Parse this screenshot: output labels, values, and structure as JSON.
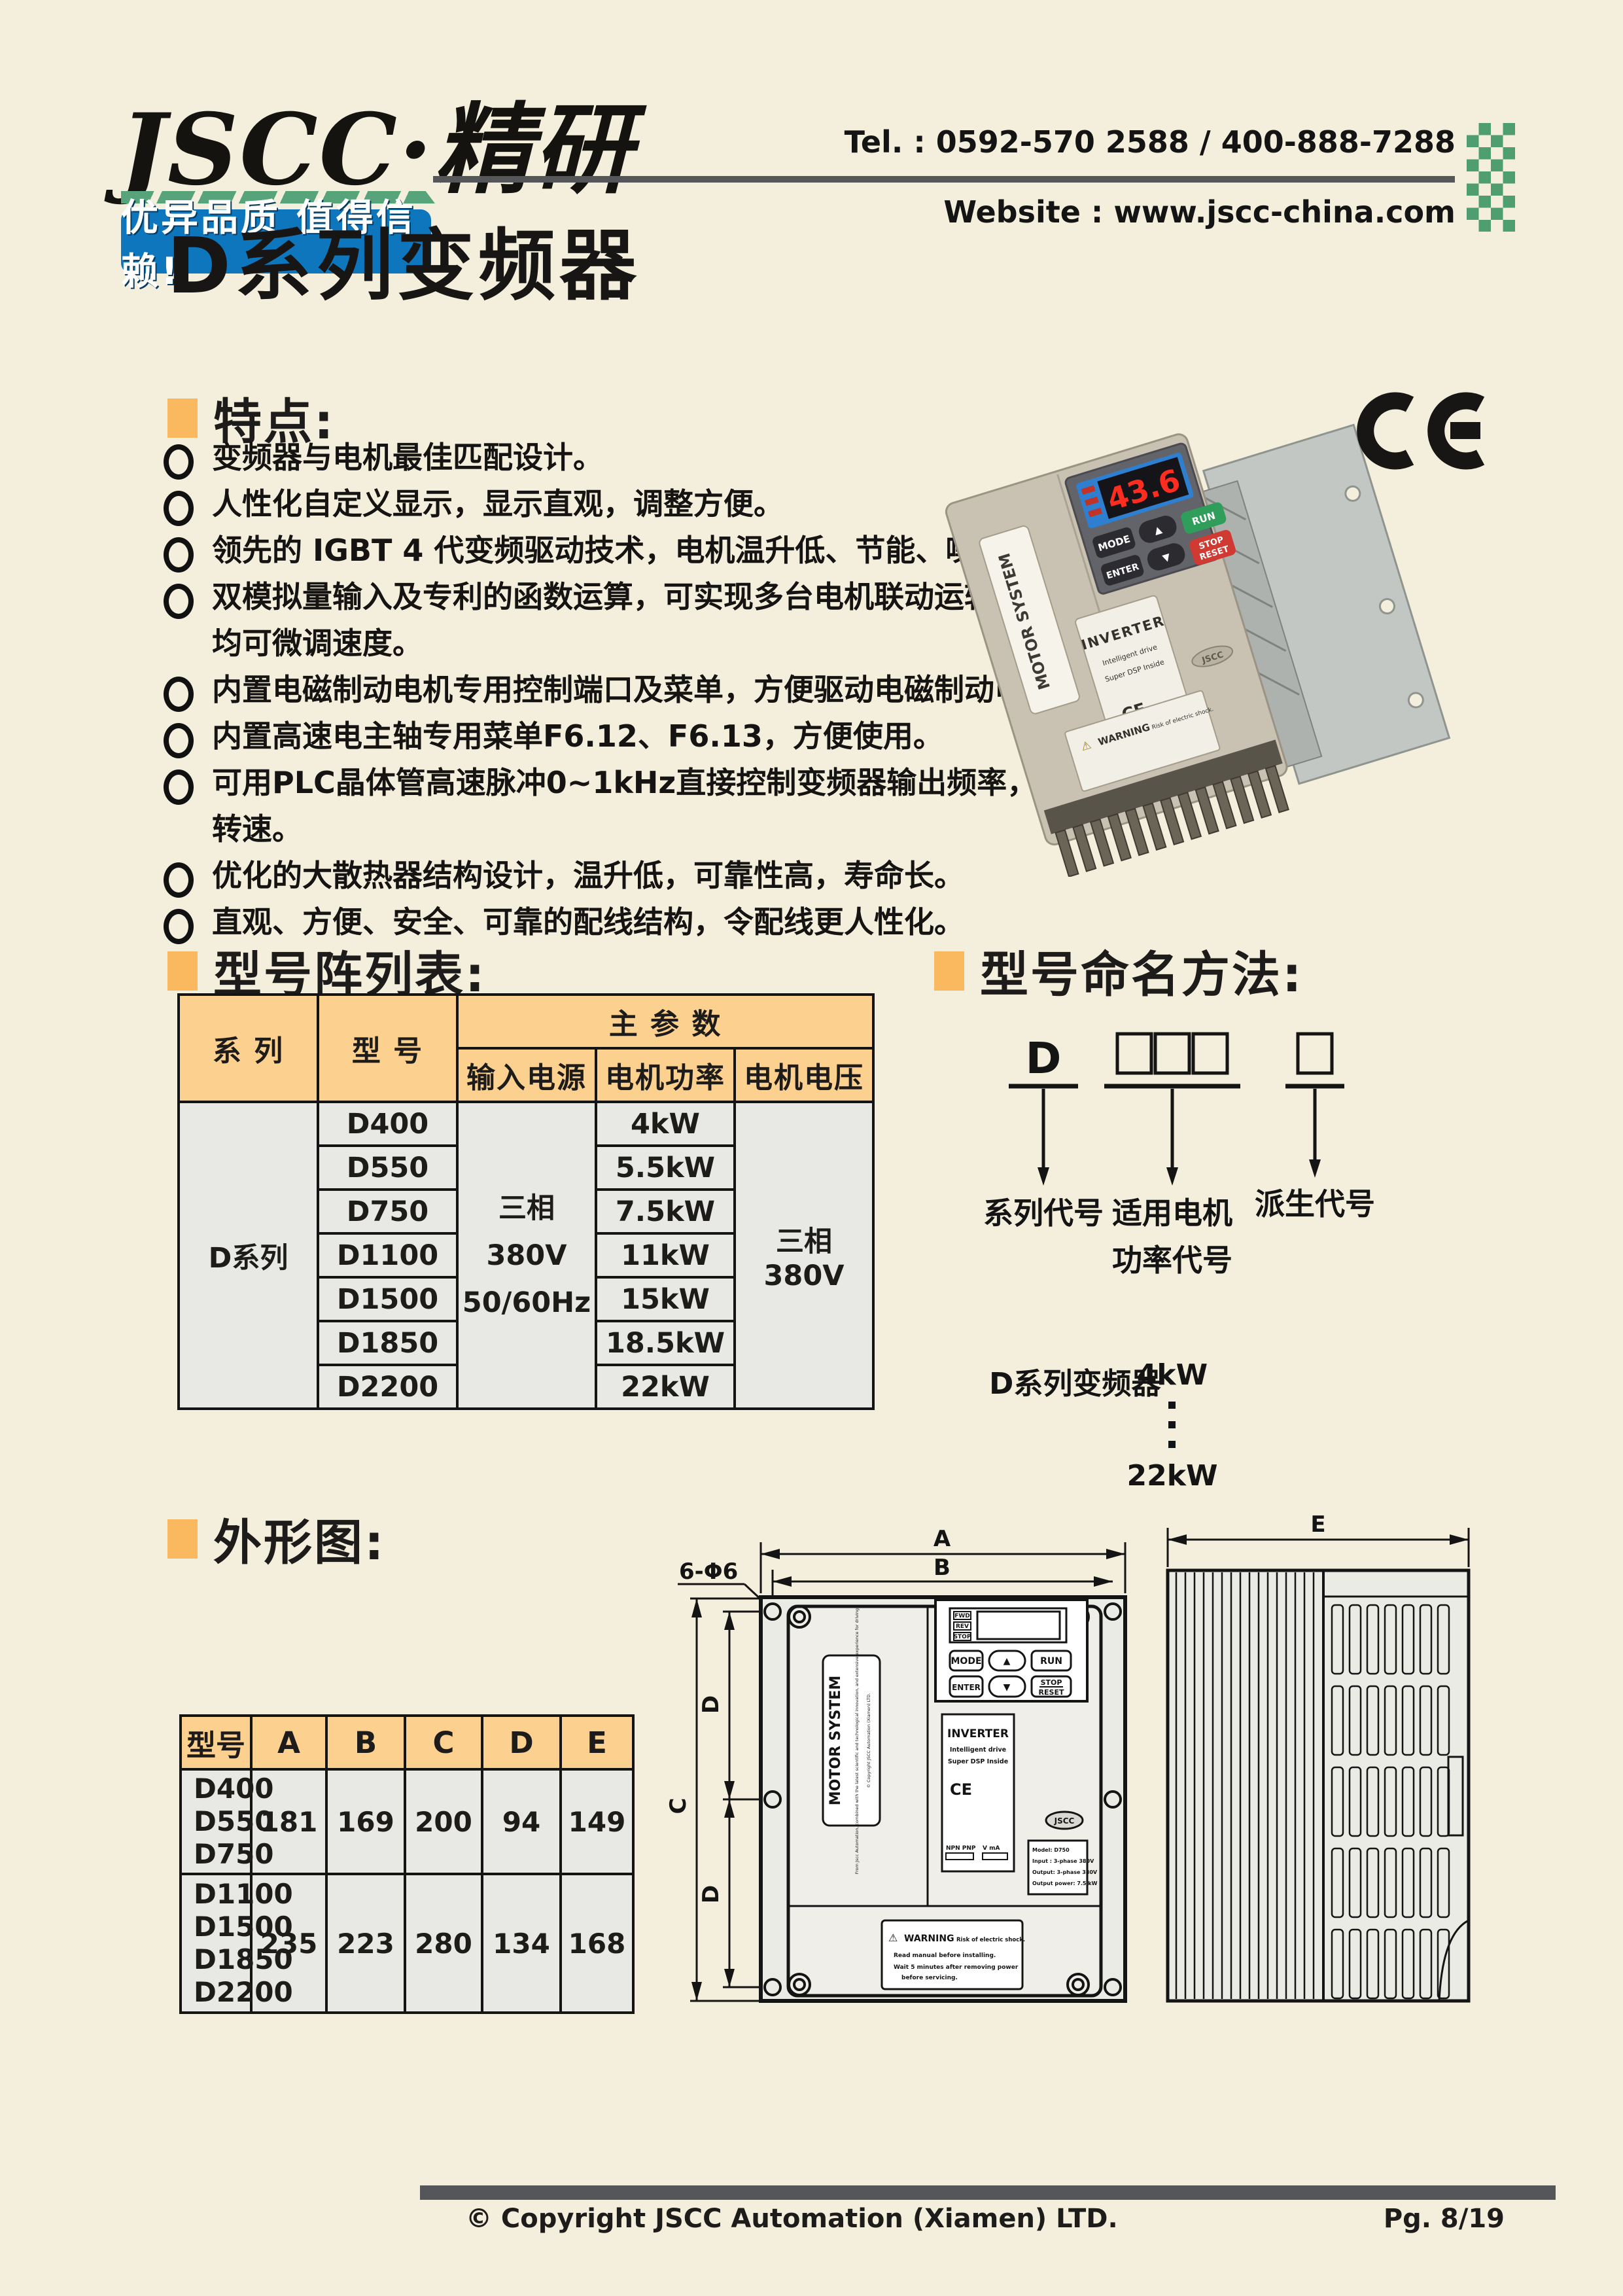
{
  "header": {
    "logo": "JSCC·精研",
    "slogan": "优异品质 值得信赖!",
    "tel": "Tel. : 0592-570 2588 / 400-888-7288",
    "website": "Website : www.jscc-china.com"
  },
  "page_title": "D系列变频器",
  "features": {
    "heading": "特点:",
    "items": [
      "变频器与电机最佳匹配设计。",
      "人性化自定义显示，显示直观，调整方便。",
      "领先的 IGBT 4 代变频驱动技术，电机温升低、节能、噪声小。",
      "双模拟量输入及专利的函数运算，可实现多台电机联动运转，每台电机均可微调速度。",
      "内置电磁制动电机专用控制端口及菜单，方便驱动电磁制动电机。",
      "内置高速电主轴专用菜单F6.12、F6.13，方便使用。",
      "可用PLC晶体管高速脉冲0~1kHz直接控制变频器输出频率，调整电机转速。",
      "优化的大散热器结构设计，温升低，可靠性高，寿命长。",
      "直观、方便、安全、可靠的配线结构，令配线更人性化。"
    ]
  },
  "photo": {
    "display_value": "43.6",
    "motor_system": "MOTOR SYSTEM",
    "inverter": "INVERTER",
    "intelligent_drive": "Intelligent drive",
    "super_dsp": "Super DSP Inside",
    "ce_small": "CE",
    "warning_title": "WARNING",
    "warning_text": "Risk of electric shock.",
    "brand": "JSCC",
    "btn_mode": "MODE",
    "btn_enter": "ENTER",
    "btn_up": "▲",
    "btn_down": "▼",
    "btn_run": "RUN",
    "btn_stop": "STOP",
    "btn_reset": "RESET"
  },
  "model_table": {
    "heading": "型号阵列表:",
    "header": {
      "series": "系 列",
      "model": "型 号",
      "main": "主 参 数",
      "input": "输入电源",
      "power": "电机功率",
      "voltage": "电机电压"
    },
    "series_value": "D系列",
    "input_line1": "三相380V",
    "input_line2": "50/60Hz",
    "voltage_value": "三相380V",
    "rows": [
      {
        "model": "D400",
        "power": "4kW"
      },
      {
        "model": "D550",
        "power": "5.5kW"
      },
      {
        "model": "D750",
        "power": "7.5kW"
      },
      {
        "model": "D1100",
        "power": "11kW"
      },
      {
        "model": "D1500",
        "power": "15kW"
      },
      {
        "model": "D1850",
        "power": "18.5kW"
      },
      {
        "model": "D2200",
        "power": "22kW"
      }
    ]
  },
  "naming": {
    "heading": "型号命名方法:",
    "series_code": "D",
    "labels": {
      "series": "系列代号",
      "power1": "适用电机",
      "power2": "功率代号",
      "derived": "派生代号"
    },
    "example": {
      "series": "D系列变频器",
      "min": "4kW",
      "max": "22kW"
    }
  },
  "outline": {
    "heading": "外形图:",
    "dim_table": {
      "headers": [
        "型号",
        "A",
        "B",
        "C",
        "D",
        "E"
      ],
      "rows": [
        {
          "models": [
            "D400",
            "D550",
            "D750"
          ],
          "values": [
            "181",
            "169",
            "200",
            "94",
            "149"
          ]
        },
        {
          "models": [
            "D1100",
            "D1500",
            "D1850",
            "D2200"
          ],
          "values": [
            "235",
            "223",
            "280",
            "134",
            "168"
          ]
        }
      ]
    },
    "front": {
      "dim_a": "A",
      "dim_b": "B",
      "dim_c": "C",
      "dim_d": "D",
      "hole_note": "6-Φ6",
      "status": [
        "FWD",
        "REV",
        "STOP"
      ],
      "btn_mode": "MODE",
      "btn_enter": "ENTER",
      "btn_up": "▲",
      "btn_down": "▼",
      "btn_run": "RUN",
      "btn_stop": "STOP",
      "btn_reset": "RESET",
      "motor_system": "MOTOR SYSTEM",
      "ms_text": "From Jscc Automation, combined with the latest scientific and technological innovation, and extensive experience for driving.",
      "ms_copyright": "© Copyright JSCC Automation (Xiamen) LTD.",
      "inverter": "INVERTER",
      "intelligent_drive": "Intelligent drive",
      "super_dsp": "Super DSP Inside",
      "ce": "CE",
      "switch_left": "NPN  PNP",
      "switch_right": "V    mA",
      "brand": "JSCC",
      "model_lines": [
        "Model:  D750",
        "Input : 3-phase 380V",
        "Output: 3-phase 380V",
        "Output power: 7.5 kW"
      ],
      "warning_title": "WARNING",
      "warning_sub": "Risk of electric shock.",
      "warning_line1": "Read manual before installing.",
      "warning_line2": "Wait 5 minutes after removing power",
      "warning_line3": "before servicing."
    },
    "side": {
      "dim_e": "E"
    }
  },
  "footer": {
    "copyright": "© Copyright JSCC Automation (Xiamen) LTD.",
    "page": "Pg.  8/19"
  },
  "colors": {
    "background": "#f4efdc",
    "accent_orange": "#fbb95f",
    "table_header": "#fcd08e",
    "table_body": "#e8e8e5",
    "badge_blue": "#0e76bc",
    "stripe_green": "#57a47b",
    "rule_gray": "#55565a",
    "display_red": "#e8291d",
    "run_green": "#2f9e5a",
    "stop_red": "#cf3b33"
  }
}
